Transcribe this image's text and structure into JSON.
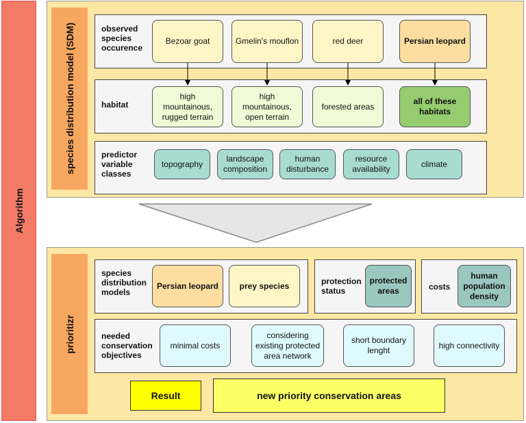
{
  "algorithm_label": "Algorithm",
  "sdm": {
    "side_label": "species distribution model (SDM)",
    "observed_label": "observed\nspecies\noccurence",
    "species": [
      "Bezoar goat",
      "Gmelin's mouflon",
      "red deer",
      "Persian leopard"
    ],
    "habitat_label": "habitat",
    "habitats": [
      "high mountainous,\nrugged terrain",
      "high mountainous,\nopen terrain",
      "forested areas",
      "all of these\nhabitats"
    ],
    "predictor_label": "predictor\nvariable\nclasses",
    "predictors": [
      "topography",
      "landscape\ncomposition",
      "human\ndisturbance",
      "resource\navailability",
      "climate"
    ]
  },
  "prioritizr": {
    "side_label": "prioritizr",
    "sdm_label": "species\ndistribution\nmodels",
    "sdm_items": [
      "Persian leopard",
      "prey species"
    ],
    "protection_label": "protection\nstatus",
    "protection_item": "protected\nareas",
    "costs_label": "costs",
    "costs_item": "human\npopulation\ndensity",
    "objectives_label": "needed\nconservation\nobjectives",
    "objectives": [
      "minimal costs",
      "considering\nexisting protected\narea network",
      "short boundary\nlenght",
      "high connectivity"
    ],
    "result_label": "Result",
    "result_value": "new priority conservation areas"
  },
  "colors": {
    "algorithm_bar": "#f47b66",
    "panel": "#fde7a4",
    "side_bar": "#f7a760",
    "result": "#ffff00",
    "result_value": "#ffff66"
  }
}
